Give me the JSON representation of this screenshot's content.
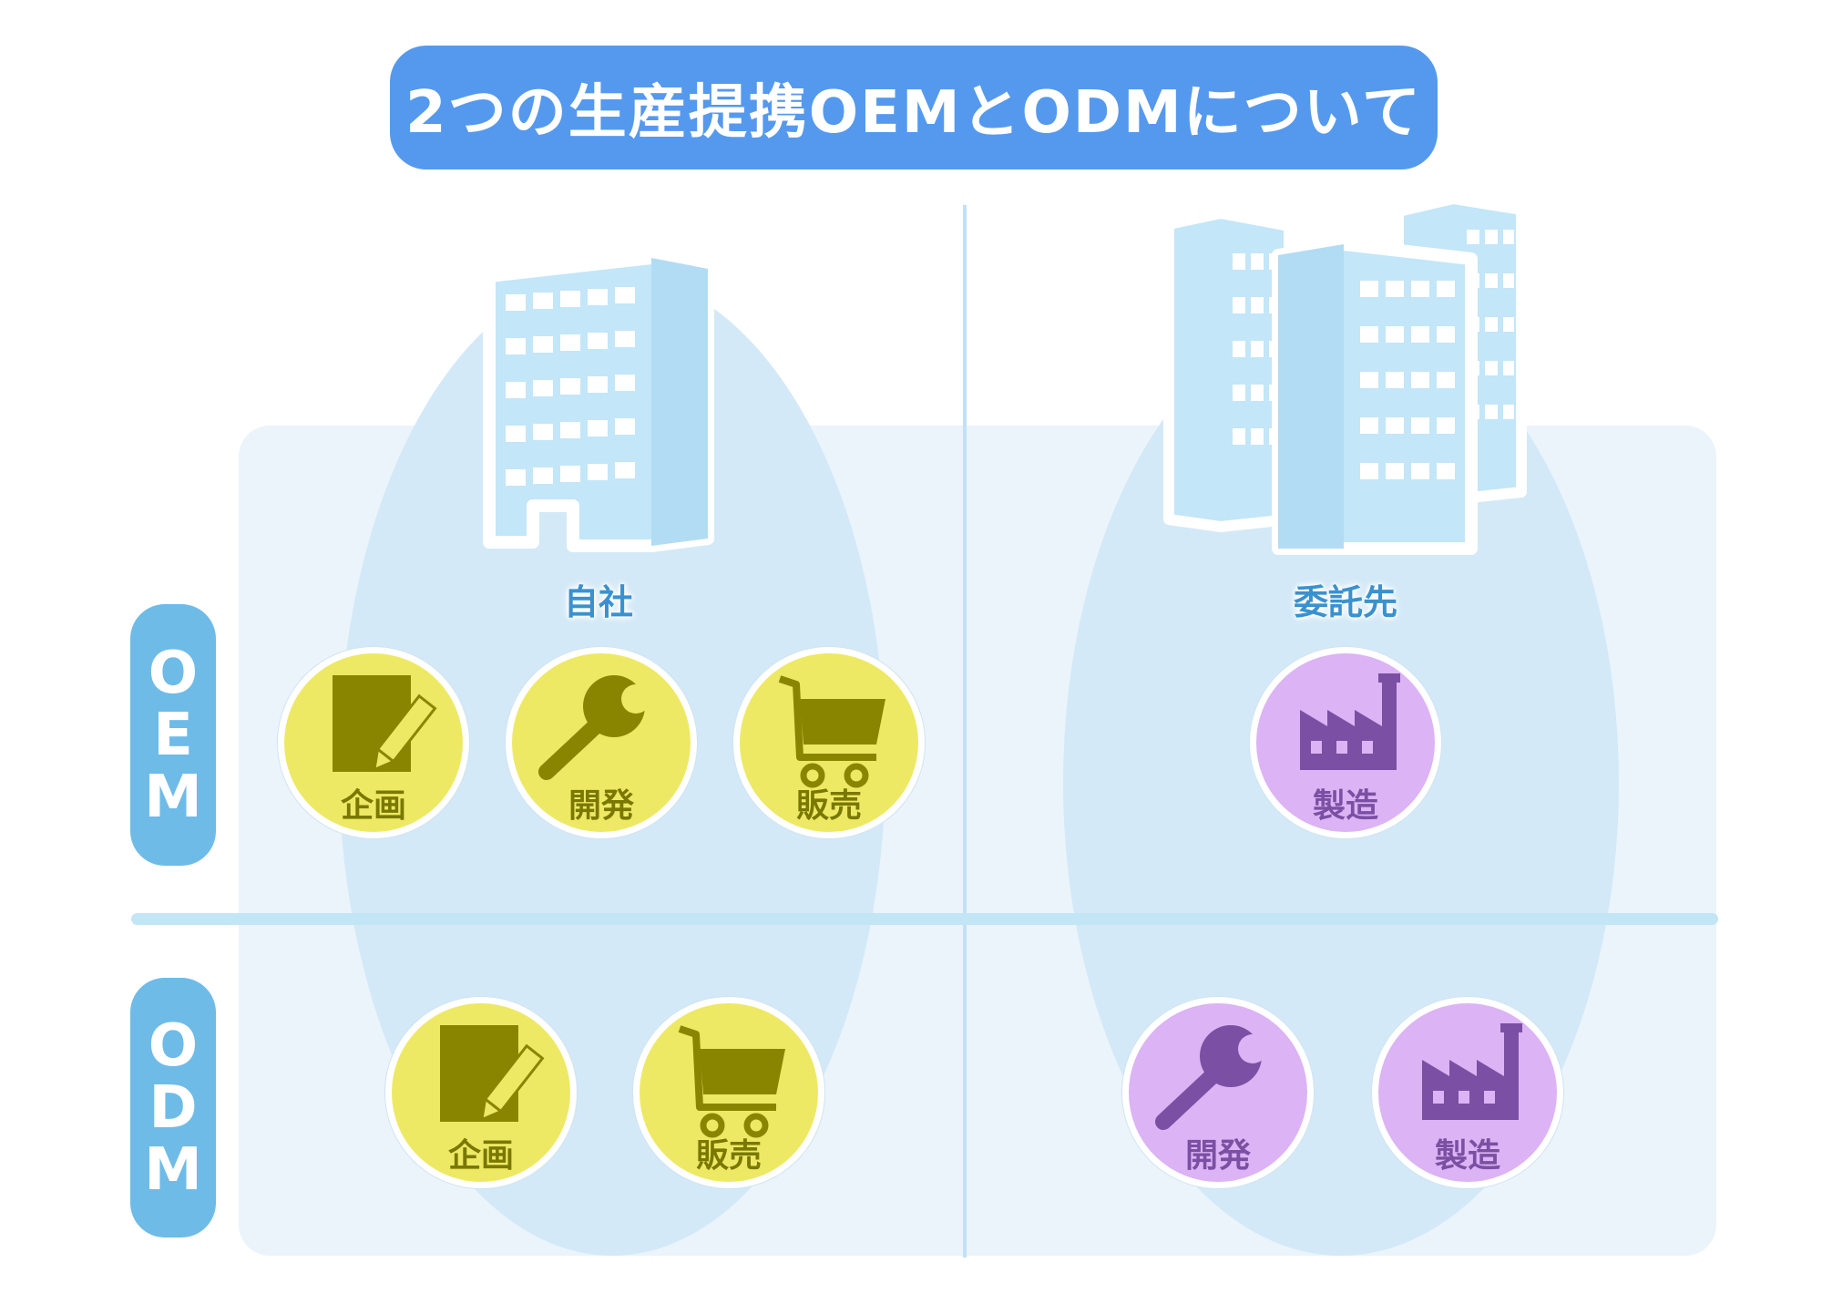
{
  "title": "2つの生産提携OEMとODMについて",
  "columns": {
    "left_label": "自社",
    "right_label": "委託先"
  },
  "rows": {
    "oem_letters": [
      "O",
      "E",
      "M"
    ],
    "odm_letters": [
      "O",
      "D",
      "M"
    ]
  },
  "items": {
    "oem_planning": "企画",
    "oem_development": "開発",
    "oem_sales": "販売",
    "oem_manufacturing": "製造",
    "odm_planning": "企画",
    "odm_sales": "販売",
    "odm_development": "開発",
    "odm_manufacturing": "製造"
  },
  "colors": {
    "title_bg": "#5599ee",
    "row_label_bg": "#6ebbe8",
    "own_company_circle": "#eee964",
    "own_company_icon": "#8a8500",
    "contractor_circle": "#dcb3f4",
    "contractor_icon": "#7b4fa3",
    "building": "#c3e6f8"
  },
  "icons": [
    "office-building-icon",
    "notepad-pencil-icon",
    "wrench-icon",
    "shopping-cart-icon",
    "factory-icon"
  ]
}
